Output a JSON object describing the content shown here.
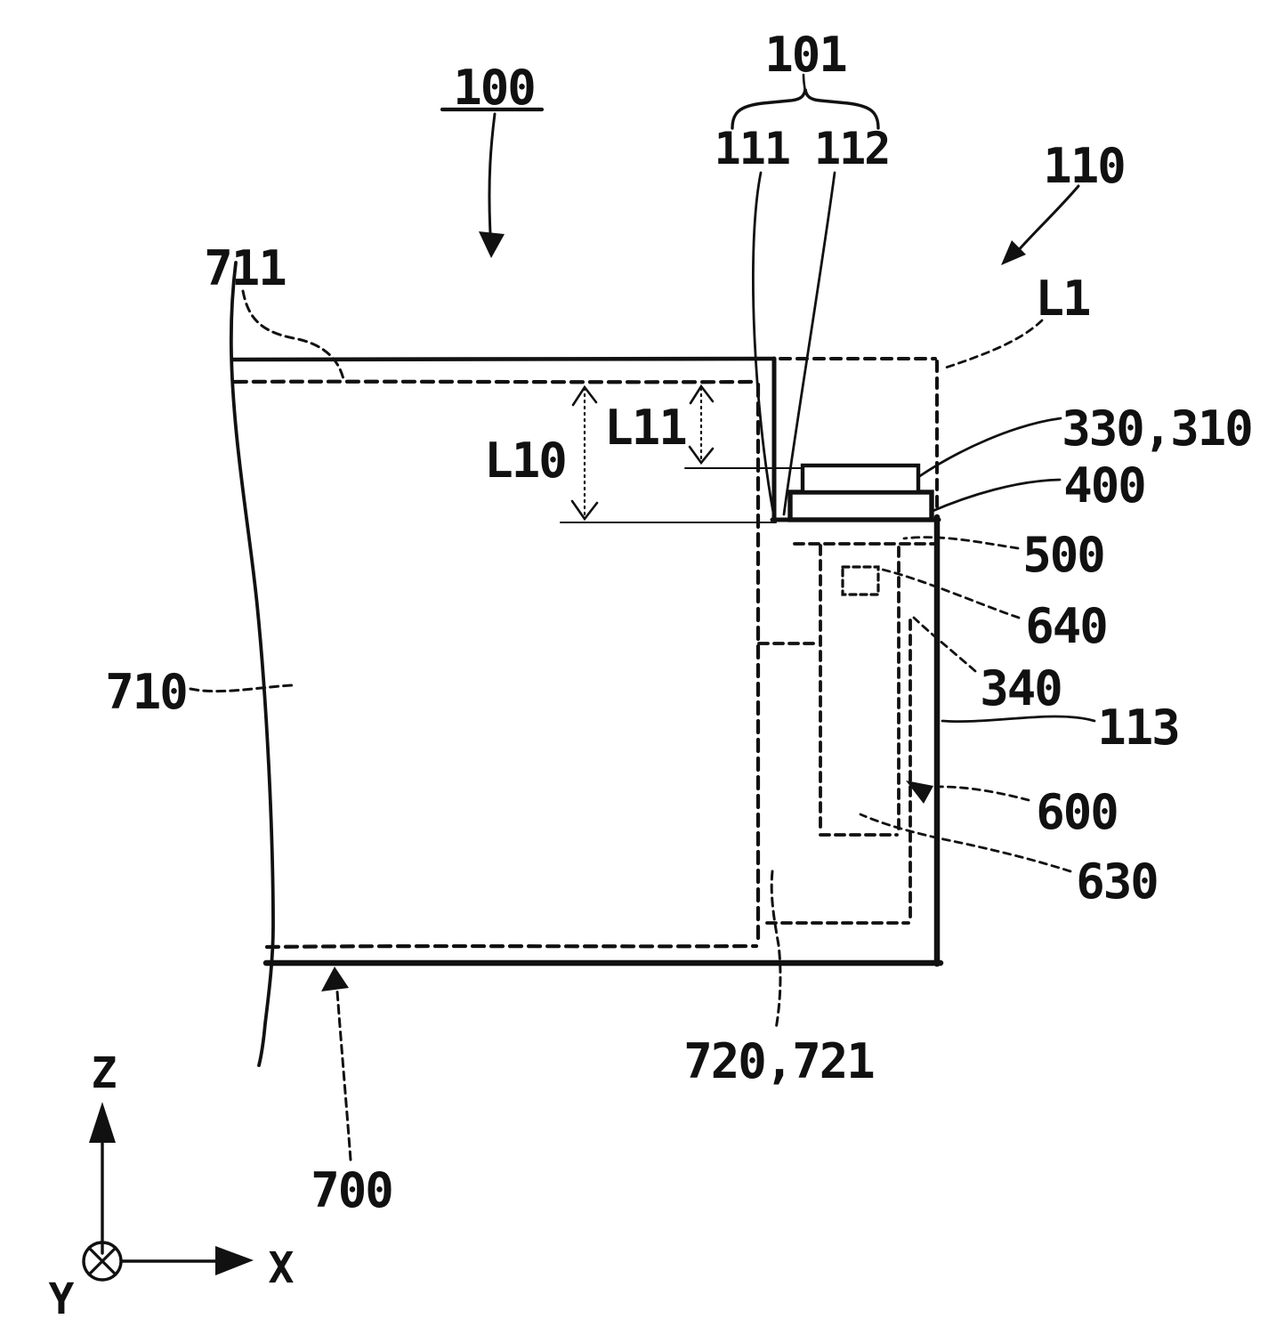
{
  "page": {
    "background": "#ffffff",
    "line_color": "#111111",
    "figure_type": "patent cross-section line drawing"
  },
  "labels": {
    "assembly": "100",
    "group101": "101",
    "parts111_112": "111 112",
    "part110": "110",
    "lineL1": "L1",
    "parts330_310": "330,310",
    "part400": "400",
    "part500": "500",
    "part640": "640",
    "part340": "340",
    "part113": "113",
    "part600": "600",
    "part630": "630",
    "part710": "710",
    "part711": "711",
    "parts720_721": "720,721",
    "part700": "700",
    "dimL10": "L10",
    "dimL11": "L11",
    "axisZ": "Z",
    "axisX": "X",
    "axisY": "Y"
  }
}
